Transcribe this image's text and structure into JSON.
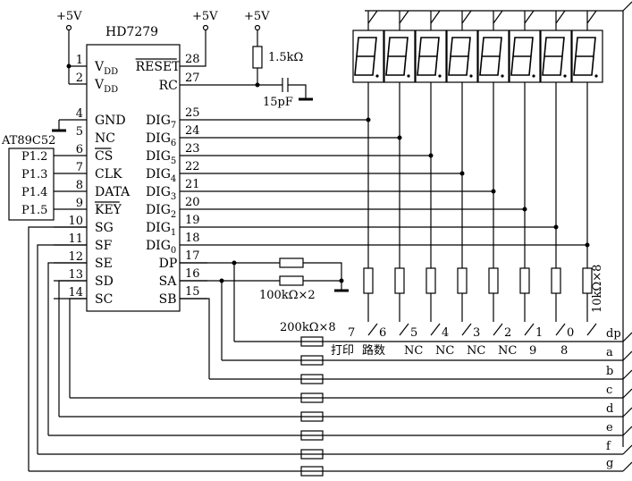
{
  "chip": {
    "name": "HD7279",
    "left_pins": [
      {
        "num": "1",
        "label": "V",
        "sub": "DD"
      },
      {
        "num": "2",
        "label": "V",
        "sub": "DD"
      },
      {
        "num": "4",
        "label": "GND",
        "sub": ""
      },
      {
        "num": "5",
        "label": "NC",
        "sub": ""
      },
      {
        "num": "6",
        "label": "CS",
        "sub": "",
        "overline": true
      },
      {
        "num": "7",
        "label": "CLK",
        "sub": ""
      },
      {
        "num": "8",
        "label": "DATA",
        "sub": ""
      },
      {
        "num": "9",
        "label": "KEY",
        "sub": "",
        "overline": true
      },
      {
        "num": "10",
        "label": "SG",
        "sub": ""
      },
      {
        "num": "11",
        "label": "SF",
        "sub": ""
      },
      {
        "num": "12",
        "label": "SE",
        "sub": ""
      },
      {
        "num": "13",
        "label": "SD",
        "sub": ""
      },
      {
        "num": "14",
        "label": "SC",
        "sub": ""
      }
    ],
    "right_pins": [
      {
        "num": "28",
        "label": "RESET",
        "sub": "",
        "overline": true
      },
      {
        "num": "27",
        "label": "RC",
        "sub": ""
      },
      {
        "num": "25",
        "label": "DIG",
        "sub": "7"
      },
      {
        "num": "24",
        "label": "DIG",
        "sub": "6"
      },
      {
        "num": "23",
        "label": "DIG",
        "sub": "5"
      },
      {
        "num": "22",
        "label": "DIG",
        "sub": "4"
      },
      {
        "num": "21",
        "label": "DIG",
        "sub": "3"
      },
      {
        "num": "20",
        "label": "DIG",
        "sub": "2"
      },
      {
        "num": "19",
        "label": "DIG",
        "sub": "1"
      },
      {
        "num": "18",
        "label": "DIG",
        "sub": "0"
      },
      {
        "num": "17",
        "label": "DP",
        "sub": ""
      },
      {
        "num": "16",
        "label": "SA",
        "sub": ""
      },
      {
        "num": "15",
        "label": "SB",
        "sub": ""
      }
    ]
  },
  "mcu": {
    "name": "AT89C52",
    "pins": [
      "P1.2",
      "P1.3",
      "P1.4",
      "P1.5"
    ]
  },
  "power": {
    "vcc": "+5V"
  },
  "components": {
    "rc_resistor": "1.5kΩ",
    "rc_capacitor": "15pF",
    "sa_resistors": "100kΩ×2",
    "segment_resistors": "200kΩ×8",
    "digit_resistors": "10kΩ×8"
  },
  "key_columns": [
    "7",
    "6",
    "5",
    "4",
    "3",
    "2",
    "1",
    "0"
  ],
  "key_functions": [
    "打印",
    "路数",
    "NC",
    "NC",
    "NC",
    "NC",
    "9",
    "8"
  ],
  "segment_lines": [
    "dp",
    "a",
    "b",
    "c",
    "d",
    "e",
    "f",
    "g"
  ],
  "digit_count": 8
}
